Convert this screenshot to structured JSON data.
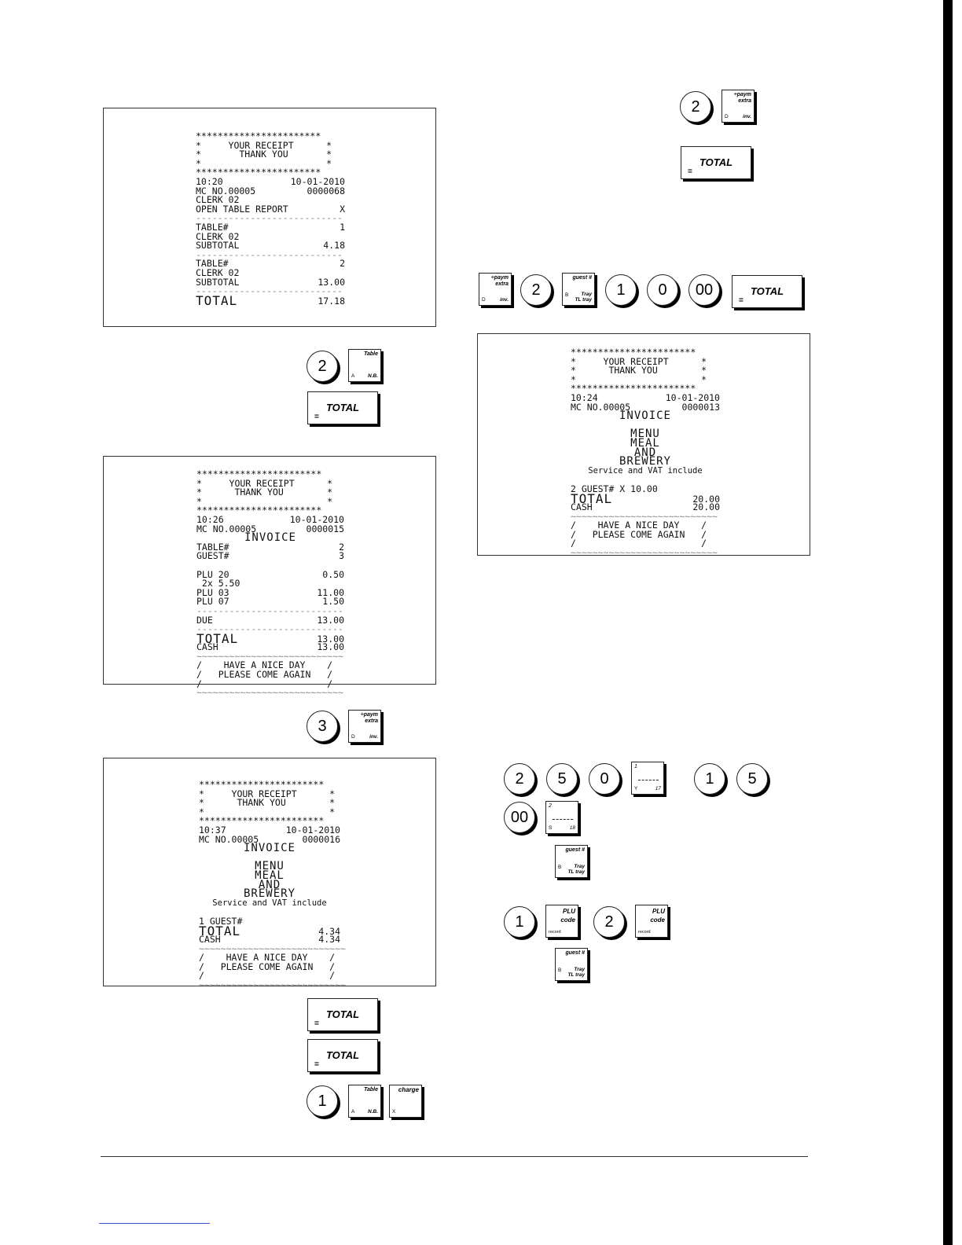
{
  "keys": {
    "total": "TOTAL",
    "eq": "=",
    "table_top": "Table",
    "table_a": "A",
    "table_nb": "N.B.",
    "paym_top": "÷paym\nextra",
    "paym_d": "D",
    "paym_inv": "inv.",
    "guest_top": "guest #",
    "guest_b": "B",
    "guest_tray": "Tray\nTL tray",
    "plu_top": "PLU\ncode",
    "plu_record": "record",
    "charge_top": "charge",
    "charge_x": "X",
    "dept1_top": "1",
    "dept1_y": "Y",
    "dept1_17": "17",
    "dept2_top": "2",
    "dept2_s": "S",
    "dept2_18": "18",
    "n1": "1",
    "n2": "2",
    "n3": "3",
    "n5": "5",
    "n0": "0",
    "n00": "00"
  },
  "receipt1": {
    "stars": "***********************",
    "l1": "*     YOUR RECEIPT      *",
    "l2": "*       THANK YOU       *",
    "l3": "*                       *",
    "time": "10:20",
    "date": "10-01-2010",
    "mc": "MC NO.00005",
    "num": "0000068",
    "clerk": "CLERK 02",
    "report": "OPEN TABLE REPORT",
    "report_x": "X",
    "t1": "TABLE#",
    "t1v": "1",
    "c1": "CLERK 02",
    "s1": "SUBTOTAL",
    "s1v": "4.18",
    "t2": "TABLE#",
    "t2v": "2",
    "c2": "CLERK 02",
    "s2": "SUBTOTAL",
    "s2v": "13.00",
    "total": "TOTAL",
    "totalv": "17.18",
    "dash": "---------------------------"
  },
  "receipt2": {
    "stars": "***********************",
    "l1": "*     YOUR RECEIPT      *",
    "l2": "*      THANK YOU        *",
    "l3": "*                       *",
    "time": "10:26",
    "date": "10-01-2010",
    "mc": "MC NO.00005",
    "num": "0000015",
    "invoice": "INVOICE",
    "table": "TABLE#",
    "tablev": "2",
    "guest": "GUEST#",
    "guestv": "3",
    "p1": "PLU 20",
    "p1v": "0.50",
    "qty": " 2x 5.50",
    "p2": "PLU 03",
    "p2v": "11.00",
    "p3": "PLU 07",
    "p3v": "1.50",
    "due": "DUE",
    "duev": "13.00",
    "total": "TOTAL",
    "totalv": "13.00",
    "cash": "CASH",
    "cashv": "13.00",
    "dash": "---------------------------",
    "tilde": "~~~~~~~~~~~~~~~~~~~~~~~~~~~",
    "f1": "/    HAVE A NICE DAY    /",
    "f2": "/   PLEASE COME AGAIN   /",
    "f3": "/                       /"
  },
  "receipt3": {
    "stars": "***********************",
    "l1": "*     YOUR RECEIPT      *",
    "l2": "*      THANK YOU        *",
    "l3": "*                       *",
    "time": "10:37",
    "date": "10-01-2010",
    "mc": "MC NO.00005",
    "num": "0000016",
    "invoice": "INVOICE",
    "m1": "MENU",
    "m2": "MEAL",
    "m3": "AND",
    "m4": "BREWERY",
    "svc": "Service and VAT include",
    "guest": "1 GUEST#",
    "total": "TOTAL",
    "totalv": "4.34",
    "cash": "CASH",
    "cashv": "4.34",
    "tilde": "~~~~~~~~~~~~~~~~~~~~~~~~~~~",
    "f1": "/    HAVE A NICE DAY    /",
    "f2": "/   PLEASE COME AGAIN   /",
    "f3": "/                       /"
  },
  "receipt4": {
    "stars": "***********************",
    "l1": "*     YOUR RECEIPT      *",
    "l2": "*      THANK YOU        *",
    "l3": "*                       *",
    "time": "10:24",
    "date": "10-01-2010",
    "mc": "MC NO.00005",
    "num": "0000013",
    "invoice": "INVOICE",
    "m1": "MENU",
    "m2": "MEAL",
    "m3": "AND",
    "m4": "BREWERY",
    "svc": "Service and VAT include",
    "guest": "2 GUEST# X 10.00",
    "total": "TOTAL",
    "totalv": "20.00",
    "cash": "CASH",
    "cashv": "20.00",
    "tilde": "~~~~~~~~~~~~~~~~~~~~~~~~~~~",
    "f1": "/    HAVE A NICE DAY    /",
    "f2": "/   PLEASE COME AGAIN   /",
    "f3": "/                       /"
  }
}
